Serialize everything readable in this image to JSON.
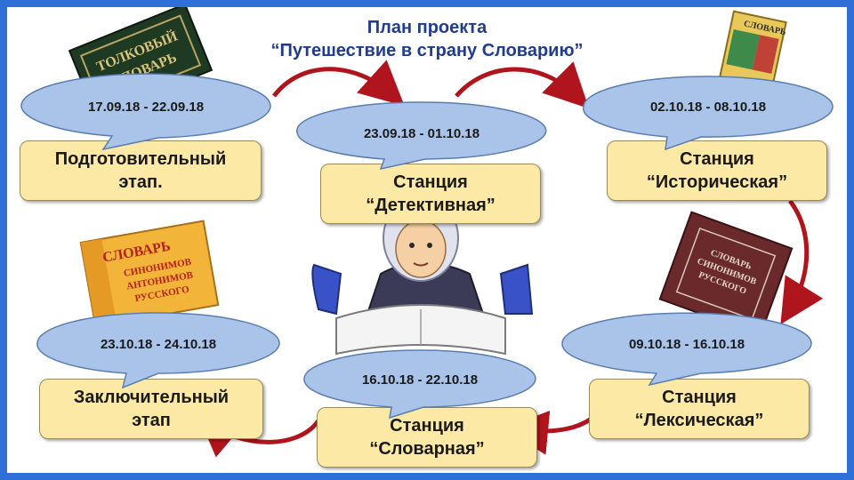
{
  "title": {
    "line1": "План проекта",
    "line2": "“Путешествие в страну Словарию”"
  },
  "stages": [
    {
      "dates": "17.09.18 - 22.09.18",
      "line1": "Подготовительный",
      "line2": "этап."
    },
    {
      "dates": "23.09.18 - 01.10.18",
      "line1": "Станция",
      "line2": "“Детективная”"
    },
    {
      "dates": "02.10.18 - 08.10.18",
      "line1": "Станция",
      "line2": "“Историческая”"
    },
    {
      "dates": "09.10.18 - 16.10.18",
      "line1": "Станция",
      "line2": "“Лексическая”"
    },
    {
      "dates": "16.10.18 - 22.10.18",
      "line1": "Станция",
      "line2": "“Словарная”"
    },
    {
      "dates": "23.10.18 - 24.10.18",
      "line1": "Заключительный",
      "line2": "этап"
    }
  ],
  "colors": {
    "frame": "#2f6fd8",
    "title": "#1f3c8f",
    "box": "#fde9a6",
    "bubble": "#a9c4e8",
    "arrow": "#b0141c"
  },
  "illustrations": [
    {
      "name": "dictionary-book-dark"
    },
    {
      "name": "dictionary-book-history"
    },
    {
      "name": "dictionary-book-synonyms"
    },
    {
      "name": "dictionary-book-russian"
    },
    {
      "name": "scholar-with-book"
    }
  ]
}
